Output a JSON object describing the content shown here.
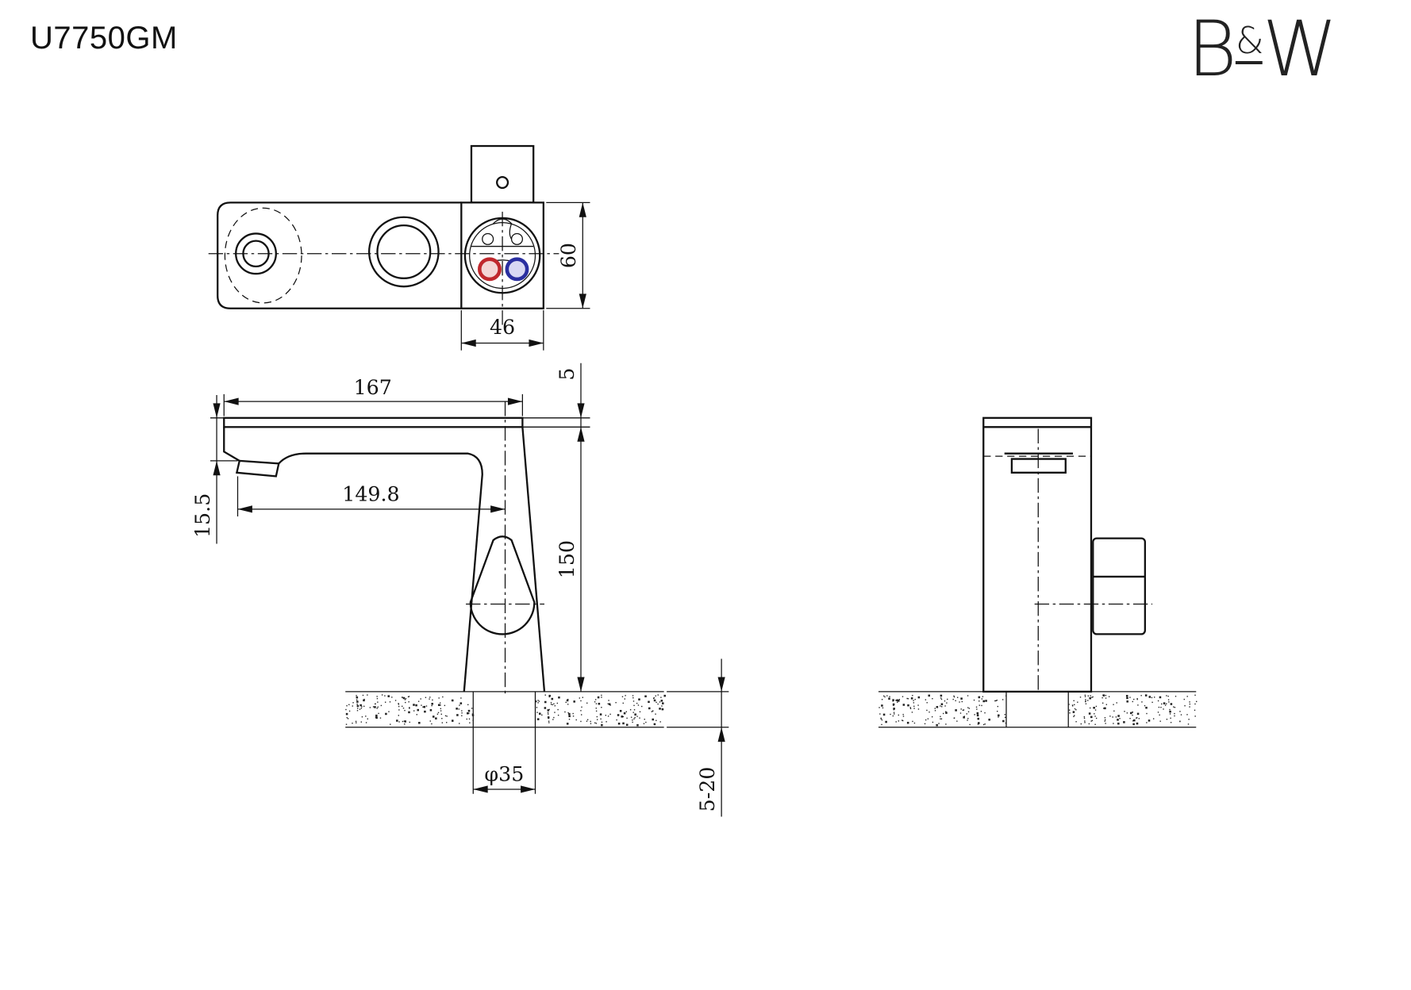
{
  "header": {
    "model_code": "U7750GM",
    "logo_text": "B&W",
    "logo_b": "B",
    "logo_amp": "&",
    "logo_w": "W"
  },
  "dimensions": {
    "cartridge_height": "60",
    "cartridge_width": "46",
    "spout_length": "167",
    "spout_reach": "149.8",
    "spout_drop": "15.5",
    "top_thickness": "5",
    "body_height": "150",
    "hole_diameter": "φ35",
    "counter_thickness": "5-20"
  },
  "colors": {
    "hot": "#c0282d",
    "cold": "#2a2fa0",
    "line": "#111111"
  }
}
